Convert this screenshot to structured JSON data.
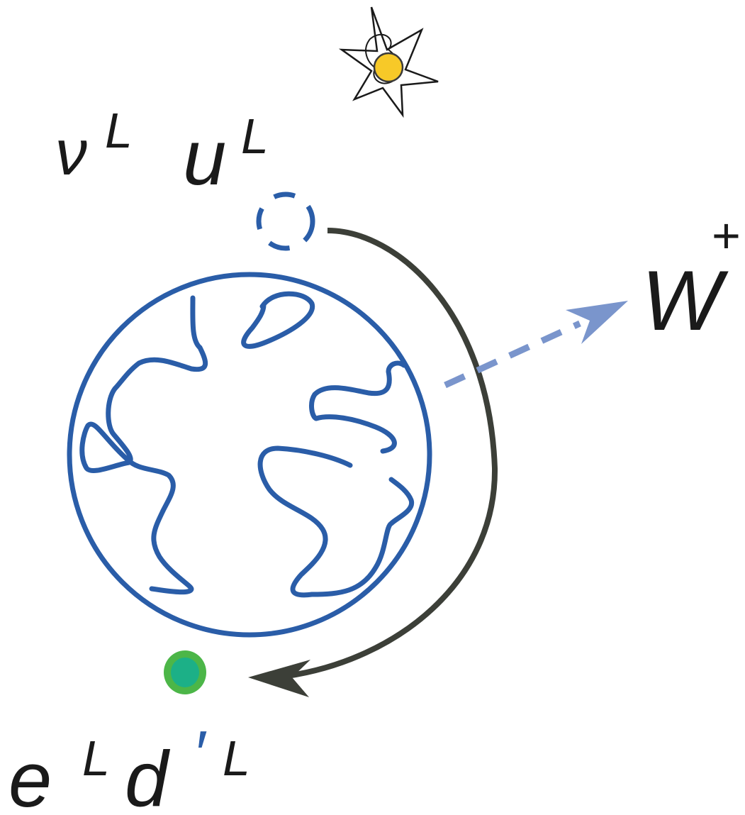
{
  "labels": {
    "neutrino": "ν",
    "neutrino_sup": "L",
    "up_quark": "u",
    "up_quark_sup": "L",
    "w_boson": "W",
    "w_boson_sup": "+",
    "electron": "e",
    "electron_sup": "L",
    "down_quark": "d",
    "down_quark_prime": "′",
    "down_quark_sup": "L"
  },
  "colors": {
    "earth_blue": "#2a5da8",
    "w_arrow_blue": "#7a95cc",
    "dark_path": "#3c3f38",
    "electron_green_outer": "#4cb648",
    "electron_green_inner": "#1cb087",
    "sun_yellow": "#f7c928",
    "text": "#1a1a1a"
  },
  "icons": {
    "sun": "star-burst-sun-icon",
    "earth": "globe-icon",
    "electron": "electron-dot-icon"
  }
}
